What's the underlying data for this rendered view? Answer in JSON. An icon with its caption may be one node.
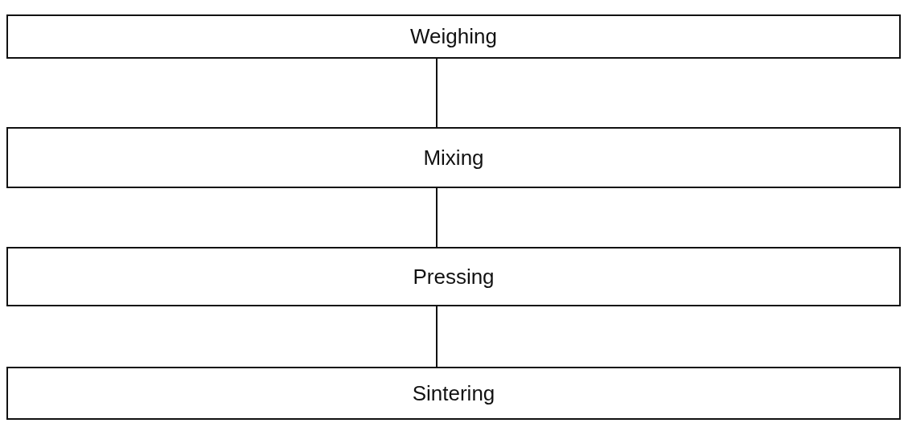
{
  "diagram": {
    "nodes": [
      {
        "text": [
          "Weighing"
        ]
      },
      {
        "text": [
          "Mixing"
        ]
      },
      {
        "text": [
          "Pressing"
        ]
      },
      {
        "text": [
          "Sintering"
        ]
      }
    ],
    "edges": [
      {
        "from": 0,
        "to": 1,
        "arrow": "none"
      },
      {
        "from": 1,
        "to": 2,
        "arrow": "none"
      },
      {
        "from": 2,
        "to": 3,
        "arrow": "none"
      }
    ]
  }
}
